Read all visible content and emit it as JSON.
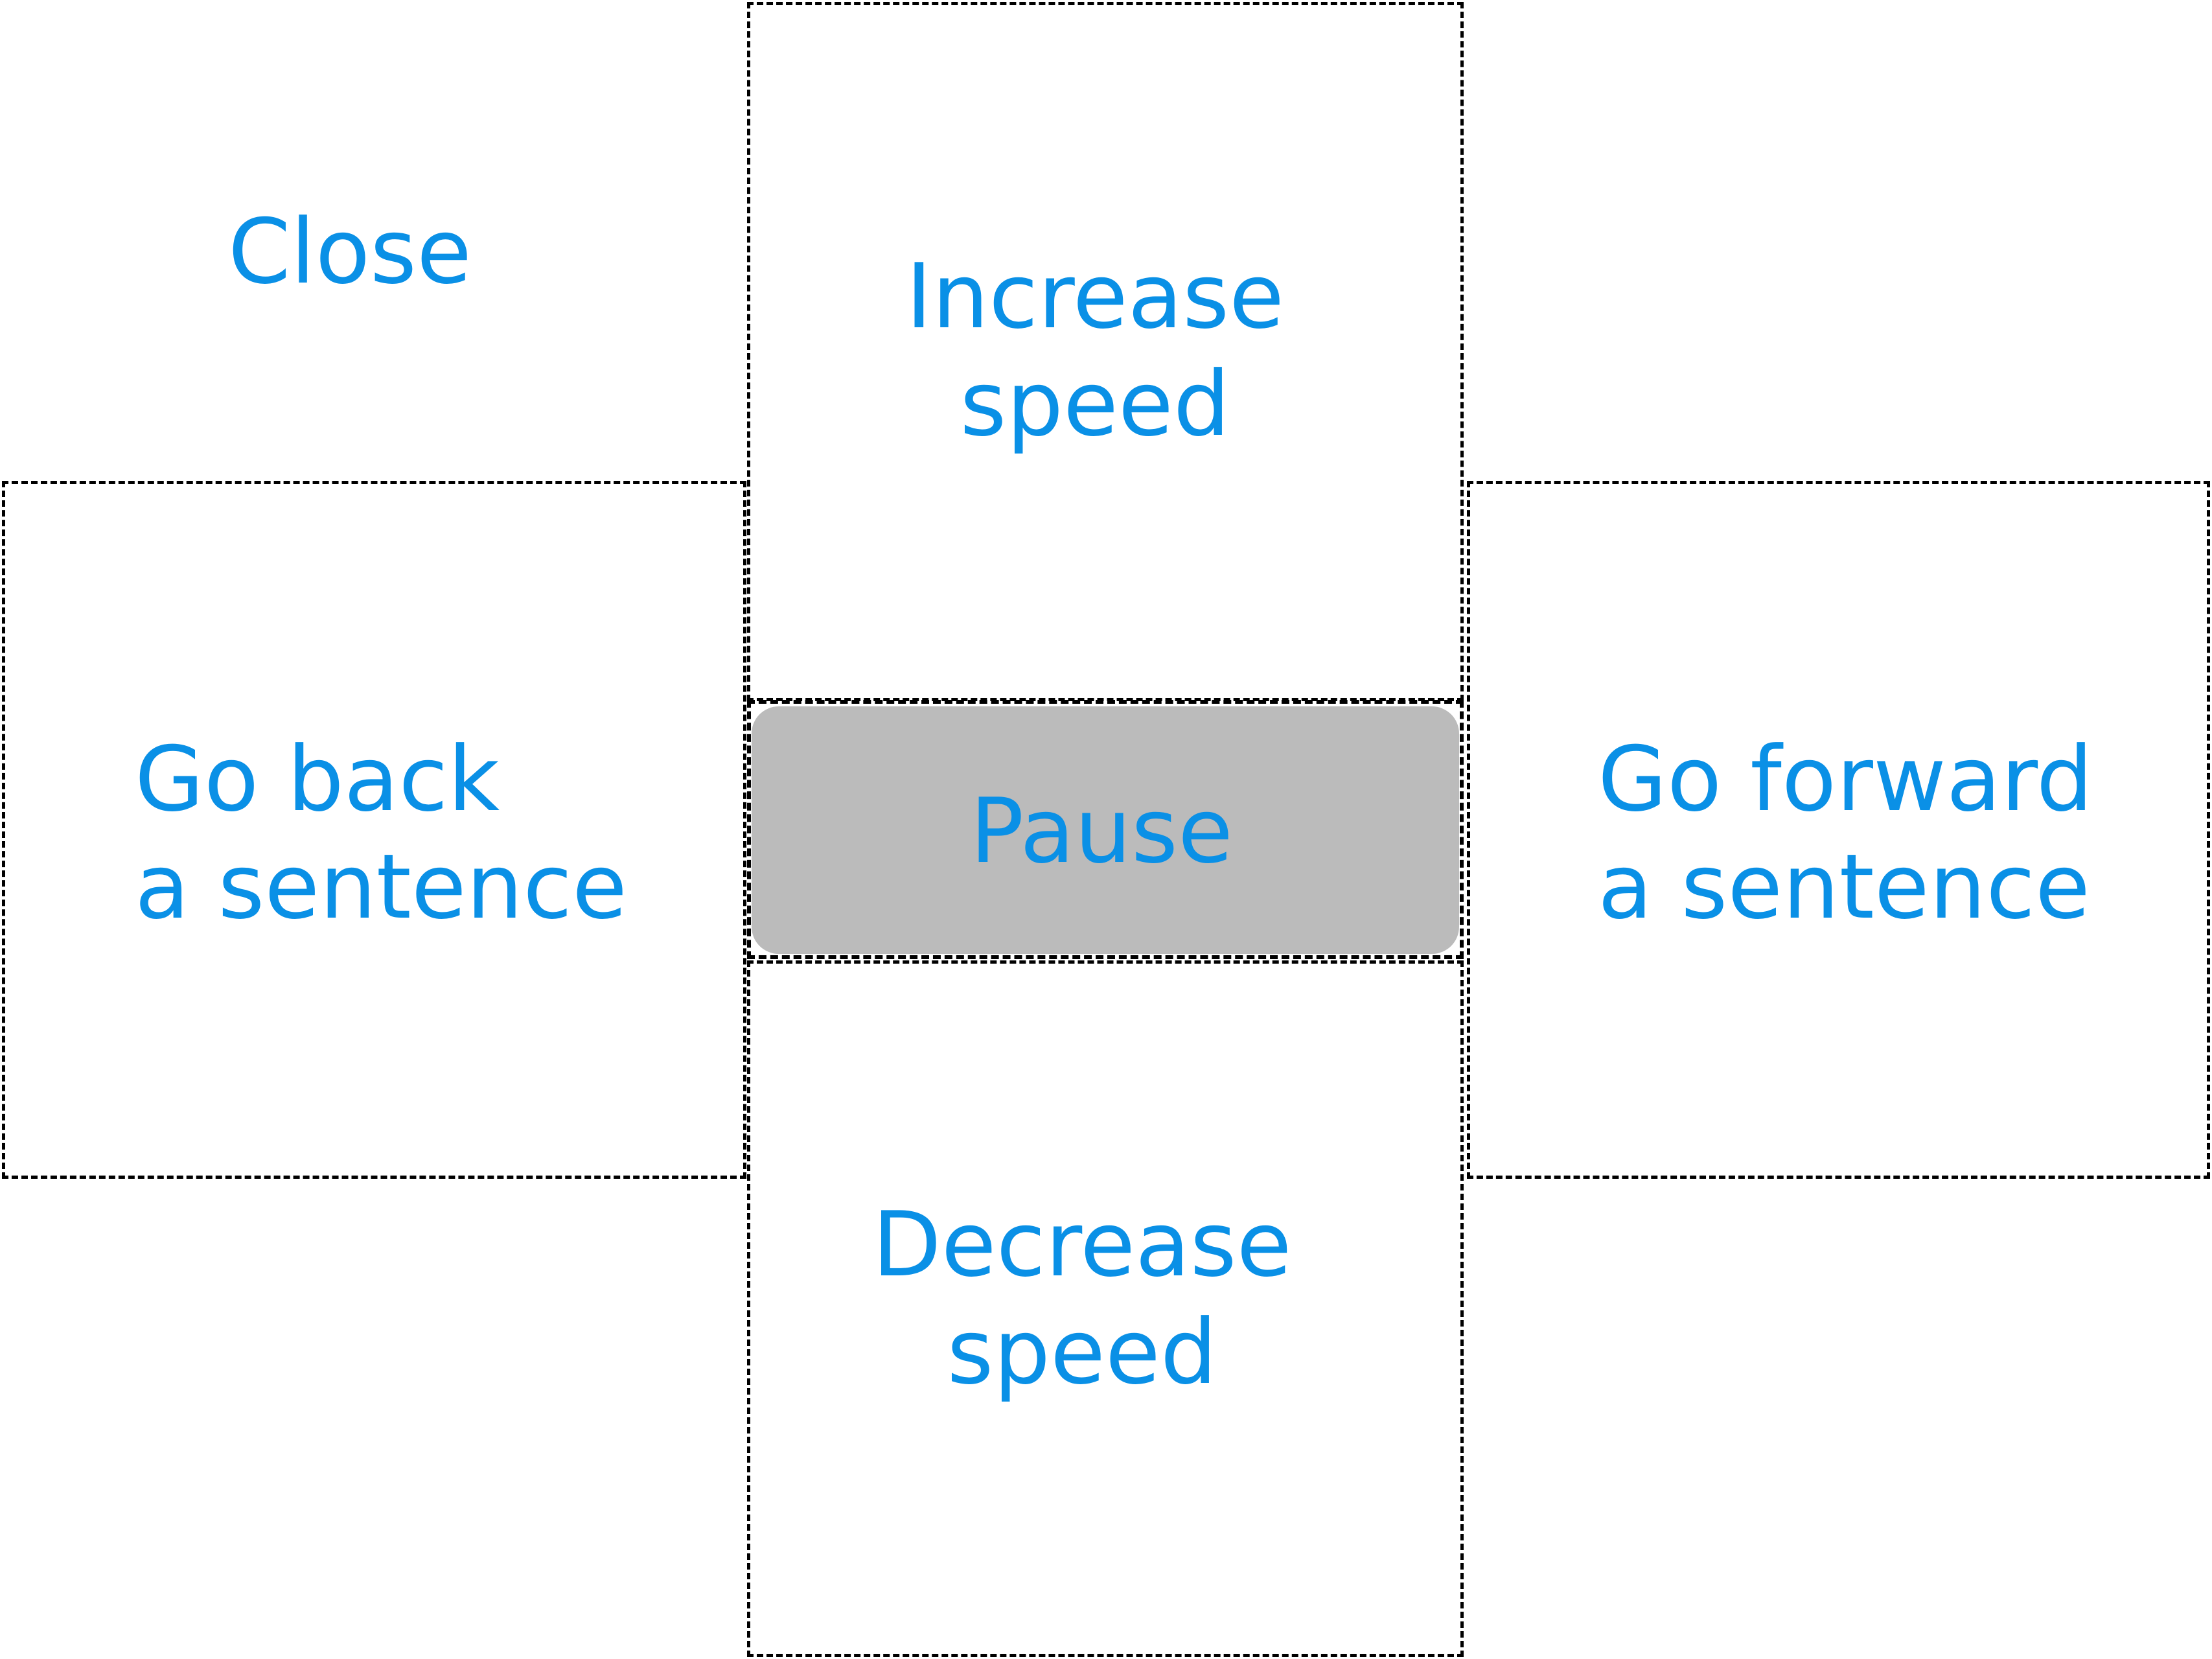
{
  "controls": {
    "close": "Close",
    "increase_speed": "Increase\nspeed",
    "decrease_speed": "Decrease\nspeed",
    "go_back": "Go back\na sentence",
    "go_forward": "Go forward\na sentence",
    "pause": "Pause"
  },
  "colors": {
    "label_text": "#0a90e6",
    "zone_border": "#000000",
    "pause_fill": "#bbbbbb",
    "background": "#ffffff"
  }
}
